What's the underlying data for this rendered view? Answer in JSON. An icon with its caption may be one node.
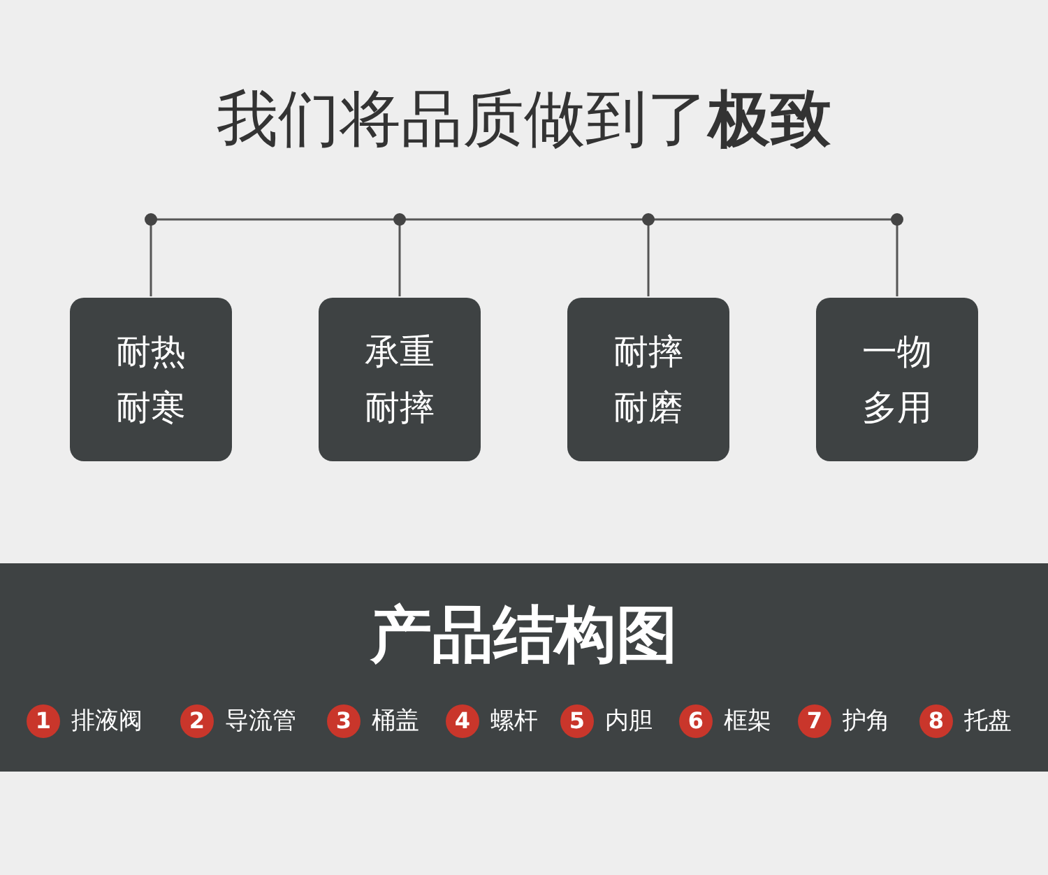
{
  "diagram": {
    "title": "我们将品质做到了**极致**",
    "nodes": [
      {
        "text": [
          "耐热耐寒"
        ]
      },
      {
        "text": [
          "承重耐摔"
        ]
      },
      {
        "text": [
          "耐摔耐磨"
        ]
      },
      {
        "text": [
          "一物多用"
        ]
      },
      {
        "text": [
          "产品结构图"
        ]
      }
    ],
    "labels": [
      "1",
      "排液阀",
      "2",
      "导流管",
      "3",
      "桶盖",
      "4",
      "螺杆",
      "5",
      "内胆",
      "6",
      "框架",
      "7",
      "护角",
      "8",
      "托盘"
    ]
  }
}
